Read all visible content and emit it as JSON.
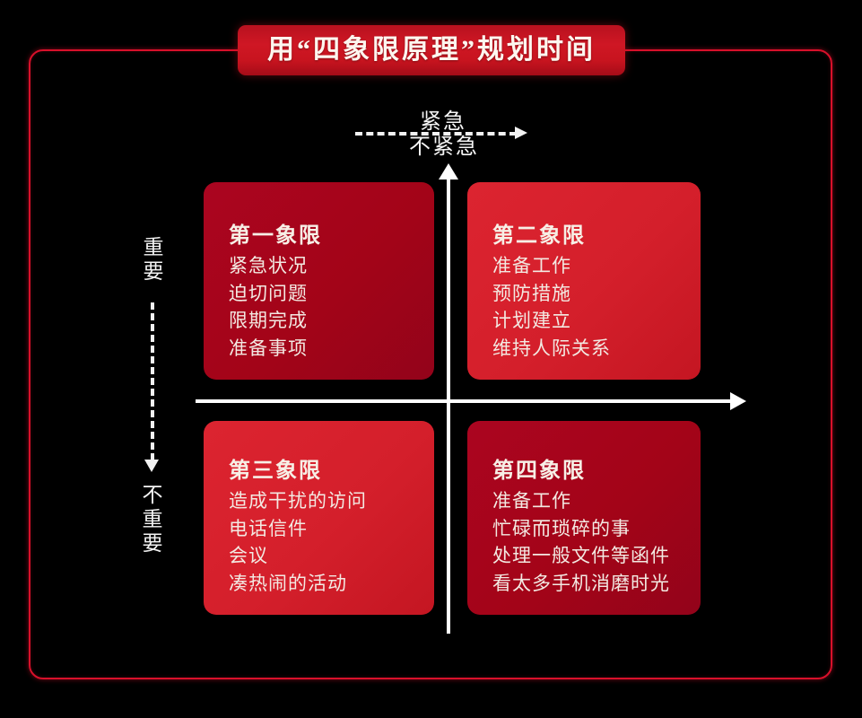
{
  "title": {
    "text": "用“四象限原理”规划时间"
  },
  "axes": {
    "urgent_label": "紧急",
    "not_urgent_label": "不紧急",
    "important_label": "重要",
    "not_important_label": "不重要",
    "horizontal_axis_name": "urgency-axis",
    "vertical_axis_name": "importance-axis"
  },
  "colors": {
    "background": "#000000",
    "frame_border": "#d8102a",
    "banner_red": "#cf1724",
    "quadrant_dark_red": "#a30418",
    "quadrant_bright_red": "#d41f2b",
    "text_white": "#f4f4f4"
  },
  "quadrants": [
    {
      "id": "quadrant-1",
      "title": "第一象限",
      "items": [
        "紧急状况",
        "迫切问题",
        "限期完成",
        "准备事项"
      ]
    },
    {
      "id": "quadrant-2",
      "title": "第二象限",
      "items": [
        "准备工作",
        "预防措施",
        "计划建立",
        "维持人际关系"
      ]
    },
    {
      "id": "quadrant-3",
      "title": "第三象限",
      "items": [
        "造成干扰的访问",
        "电话信件",
        "会议",
        "凑热闹的活动"
      ]
    },
    {
      "id": "quadrant-4",
      "title": "第四象限",
      "items": [
        "准备工作",
        "忙碌而琐碎的事",
        "处理一般文件等函件",
        "看太多手机消磨时光"
      ]
    }
  ]
}
